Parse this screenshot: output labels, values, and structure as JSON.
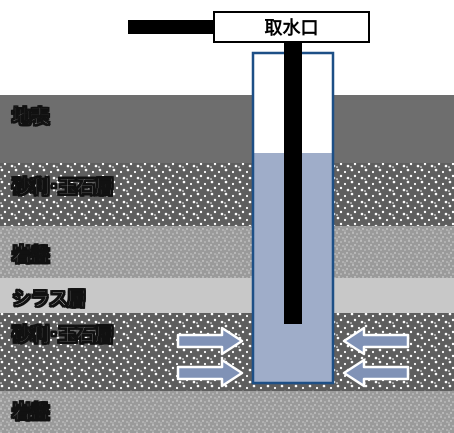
{
  "diagram": {
    "intake_label": "取水口",
    "layers": [
      {
        "id": "surface",
        "label": "地表"
      },
      {
        "id": "gravel-upper",
        "label": "砂利･玉石層"
      },
      {
        "id": "bedrock-upper",
        "label": "岩盤"
      },
      {
        "id": "shirasu",
        "label": "シラス層"
      },
      {
        "id": "gravel-lower",
        "label": "砂利･玉石層"
      },
      {
        "id": "bedrock-lower",
        "label": "岩盤"
      }
    ],
    "colors": {
      "surface": "#6e6e6e",
      "gravel": "#5e5e5e",
      "bedrock": "#9a9a9a",
      "shirasu": "#c8c8c8",
      "water": "#9fadc9",
      "well_border": "#1d4f86",
      "pipe": "#000000",
      "arrow_fill": "#8092b6"
    },
    "icons": [
      "inflow-arrow-icon"
    ]
  }
}
